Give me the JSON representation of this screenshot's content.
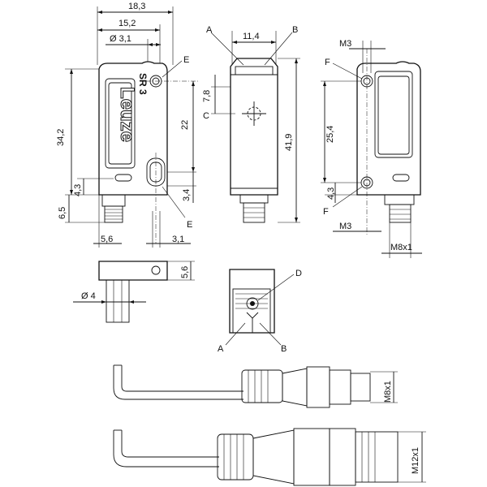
{
  "front_view": {
    "dims": {
      "width_total": "18,3",
      "width_inner": "15,2",
      "hole_dia": "Ø 3,1",
      "height_total": "34,2",
      "hole_spacing": "22",
      "lower_offset": "4,3",
      "connector_height": "6,5",
      "hole_edge": "3,4",
      "connector_offset": "5,6",
      "hole_width": "3,1"
    },
    "labels": {
      "e_top": "E",
      "e_bottom": "E"
    },
    "brand": "Leuze",
    "model": "SR 3"
  },
  "side_view": {
    "dims": {
      "width": "11,4",
      "optic_offset": "7,8",
      "height": "41,9"
    },
    "labels": {
      "a": "A",
      "b": "B",
      "c": "C"
    }
  },
  "rear_view": {
    "dims": {
      "screw_top": "M3",
      "hole_spacing": "25,4",
      "lower_offset": "4,3",
      "screw_bottom": "M3",
      "connector": "M8x1"
    },
    "labels": {
      "f_top": "F",
      "f_bottom": "F"
    }
  },
  "bottom_view": {
    "dims": {
      "cable_dia": "Ø 4",
      "height": "5,6"
    }
  },
  "detail_view": {
    "labels": {
      "d": "D",
      "a": "A",
      "b": "B"
    }
  },
  "cable_views": {
    "m8": {
      "dim": "M8x1"
    },
    "m12": {
      "dim": "M12x1"
    }
  }
}
